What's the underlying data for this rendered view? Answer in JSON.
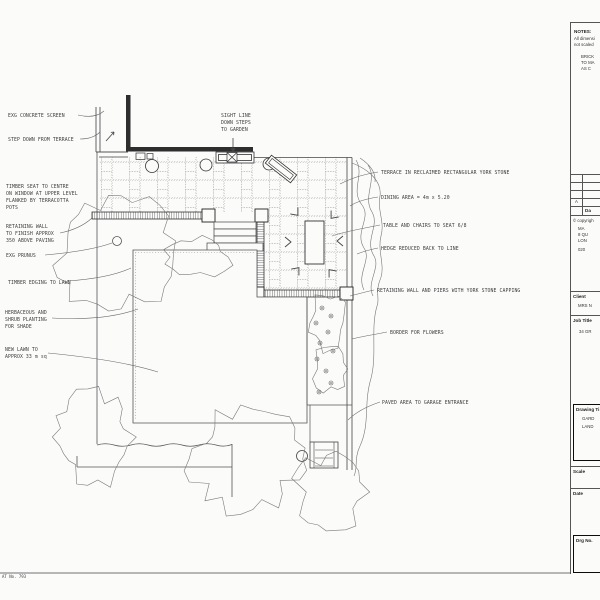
{
  "plan": {
    "left_labels": [
      [
        "EXG CONCRETE SCREEN"
      ],
      [
        "STEP DOWN FROM TERRACE"
      ],
      [
        "TIMBER SEAT TO CENTRE",
        "ON WINDOW AT UPPER LEVEL",
        "FLANKED BY TERRACOTTA",
        "POTS"
      ],
      [
        "RETAINING WALL",
        "TO FINISH APPROX",
        "350 ABOVE PAVING"
      ],
      [
        "EXG PRUNUS"
      ],
      [
        "TIMBER EDGING TO LAWN"
      ],
      [
        "HERBACEOUS AND",
        "SHRUB PLANTING",
        "FOR SHADE"
      ],
      [
        "NEW LAWN TO",
        "APPROX 33 m sq"
      ]
    ],
    "top_label": [
      "SIGHT LINE",
      "DOWN STEPS",
      "TO GARDEN"
    ],
    "right_labels": [
      [
        "TERRACE IN RECLAIMED RECTANGULAR YORK STONE"
      ],
      [
        "DINING AREA = 4m x 5.20"
      ],
      [
        "TABLE AND CHAIRS TO SEAT  6/8"
      ],
      [
        "HEDGE REDUCED BACK TO LINE"
      ],
      [
        "RETAINING WALL AND PIERS WITH YORK STONE CAPPING"
      ],
      [
        "BORDER FOR FLOWERS"
      ],
      [
        "PAVED AREA TO GARAGE ENTRANCE"
      ]
    ],
    "sheet_ref": "AT No. 793"
  },
  "title_block": {
    "notes_heading": "NOTES:",
    "notes_line_1": "All dimensi",
    "notes_line_2": "not scaled",
    "notes_line_3": "BRICK",
    "notes_line_4": "TO MA",
    "notes_line_5": "AS C",
    "revision_letter": "A",
    "revision_date_header": "Da",
    "copyright": "© copyrigh",
    "address_line_1": "MA",
    "address_line_2": "8 QU",
    "address_line_3": "LON",
    "address_line_4": "020",
    "client_label": "Client",
    "client_value": "MRS N",
    "job_title_label": "Job Title",
    "job_title_value": "34 GR",
    "drawing_title_label": "Drawing Ti",
    "drawing_title_value_1": "GARD",
    "drawing_title_value_2": "LAND",
    "scale_label": "Scale",
    "date_label": "Date",
    "drg_no_label": "Drg No."
  }
}
